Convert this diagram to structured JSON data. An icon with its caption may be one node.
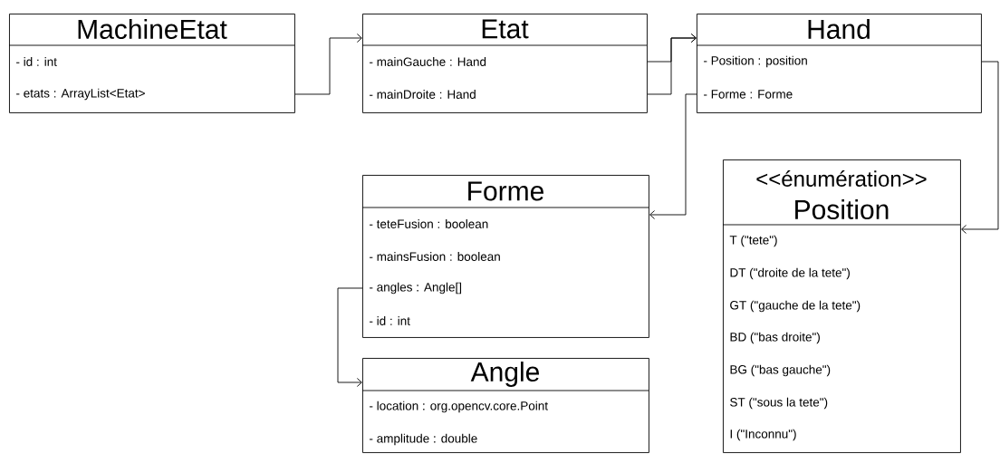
{
  "diagram": {
    "nodes": [
      {
        "text": [
          "MachineEtat",
          "- id : int",
          "- etats : ArrayList<Etat>"
        ]
      },
      {
        "text": [
          "Etat",
          "- mainGauche : Hand",
          "- mainDroite : Hand"
        ]
      },
      {
        "text": [
          "Hand",
          "- Position : position",
          "- Forme : Forme"
        ]
      },
      {
        "text": [
          "Forme",
          "- teteFusion : boolean",
          "- mainsFusion : boolean",
          "- angles : Angle[]",
          "- id : int"
        ]
      },
      {
        "text": [
          "<<énumération>>",
          "Position",
          "T (\"tete\")",
          "DT (\"droite de la tete\")",
          "GT (\"gauche de la tete\")",
          "BD (\"bas droite\")",
          "BG (\"bas gauche\")",
          "ST (\"sous la tete\")",
          "I (\"Inconnu\")"
        ]
      },
      {
        "text": [
          "Angle",
          "- location : org.opencv.core.Point",
          "- amplitude : double"
        ]
      }
    ],
    "edges": [
      {
        "from": 0,
        "to": 1,
        "arrow": "to"
      },
      {
        "from": 1,
        "to": 2,
        "arrow": "to"
      },
      {
        "from": 1,
        "to": 2,
        "arrow": "to"
      },
      {
        "from": 2,
        "to": 3,
        "arrow": "to"
      },
      {
        "from": 2,
        "to": 4,
        "arrow": "to"
      },
      {
        "from": 3,
        "to": 5,
        "arrow": "to"
      }
    ]
  }
}
